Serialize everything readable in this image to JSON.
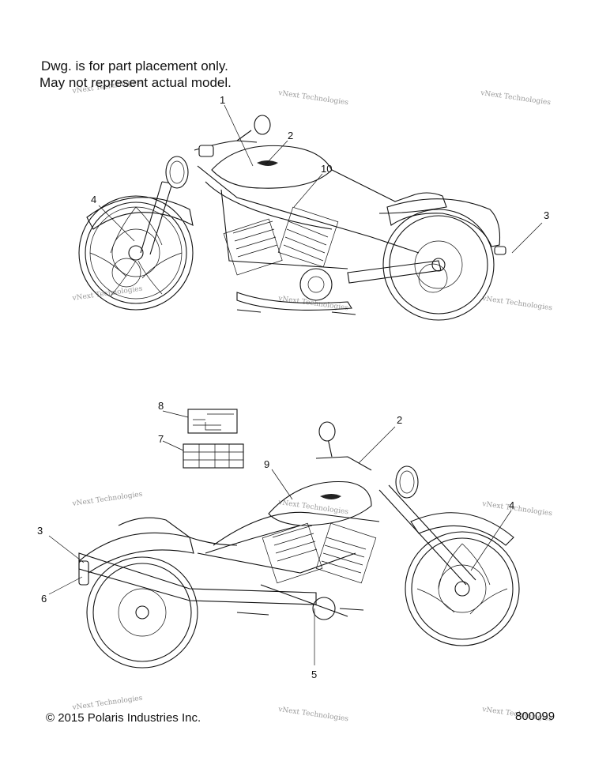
{
  "notes": {
    "line1": "Dwg. is for part placement only.",
    "line2": "May not represent actual model."
  },
  "callouts": {
    "top_1": "1",
    "top_2": "2",
    "top_3": "3",
    "top_4": "4",
    "top_10": "10",
    "bottom_2": "2",
    "bottom_3": "3",
    "bottom_4": "4",
    "bottom_5": "5",
    "bottom_6": "6",
    "bottom_7": "7",
    "bottom_8": "8",
    "bottom_9": "9"
  },
  "watermark": "vNext Technologies",
  "footer": {
    "copyright": "© 2015 Polaris Industries Inc.",
    "drawing_number": "800099"
  }
}
